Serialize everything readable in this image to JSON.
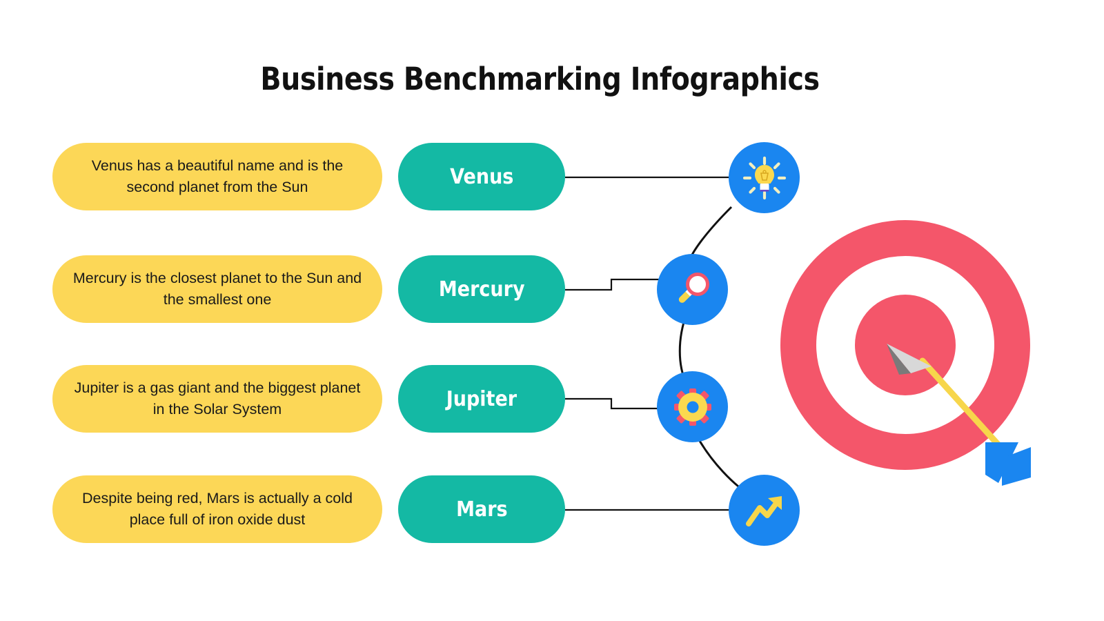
{
  "title": "Business Benchmarking Infographics",
  "colors": {
    "background": "#ffffff",
    "description_pill": "#FCD757",
    "name_pill": "#14B9A4",
    "name_pill_text": "#ffffff",
    "icon_circle": "#1A86F0",
    "target_red": "#F4566A",
    "accent_yellow": "#F7D64B",
    "connector_line": "#111111",
    "arrow_fletching_blue": "#1A86F0",
    "arrowhead_gray": "#7A7A7A",
    "arrowhead_light": "#D8D8D8"
  },
  "rows": [
    {
      "name": "Venus",
      "description": "Venus has a beautiful name and is the second planet from the Sun",
      "icon": "lightbulb-icon"
    },
    {
      "name": "Mercury",
      "description": "Mercury is the closest planet to the Sun and the smallest one",
      "icon": "magnifier-icon"
    },
    {
      "name": "Jupiter",
      "description": "Jupiter is a gas giant and the biggest planet in the Solar System",
      "icon": "gear-target-icon"
    },
    {
      "name": "Mars",
      "description": "Despite being red, Mars is actually a cold place full of iron oxide dust",
      "icon": "trending-up-icon"
    }
  ],
  "artwork": {
    "target": "dartboard-target-with-arrow"
  }
}
